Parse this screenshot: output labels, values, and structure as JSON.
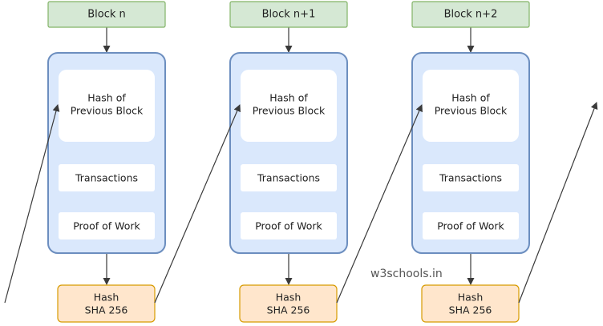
{
  "blocks": [
    {
      "title": "Block n",
      "prev_hash": [
        "Hash of",
        "Previous Block"
      ],
      "transactions": "Transactions",
      "proof_of_work": "Proof of Work",
      "hash": [
        "Hash",
        "SHA 256"
      ]
    },
    {
      "title": "Block n+1",
      "prev_hash": [
        "Hash of",
        "Previous Block"
      ],
      "transactions": "Transactions",
      "proof_of_work": "Proof of Work",
      "hash": [
        "Hash",
        "SHA 256"
      ]
    },
    {
      "title": "Block n+2",
      "prev_hash": [
        "Hash of",
        "Previous Block"
      ],
      "transactions": "Transactions",
      "proof_of_work": "Proof of Work",
      "hash": [
        "Hash",
        "SHA 256"
      ]
    }
  ],
  "watermark": "w3schools.in",
  "colors": {
    "title_fill": "#d5e8d4",
    "container_fill": "#dae8fc",
    "hash_fill": "#ffe6cc"
  }
}
